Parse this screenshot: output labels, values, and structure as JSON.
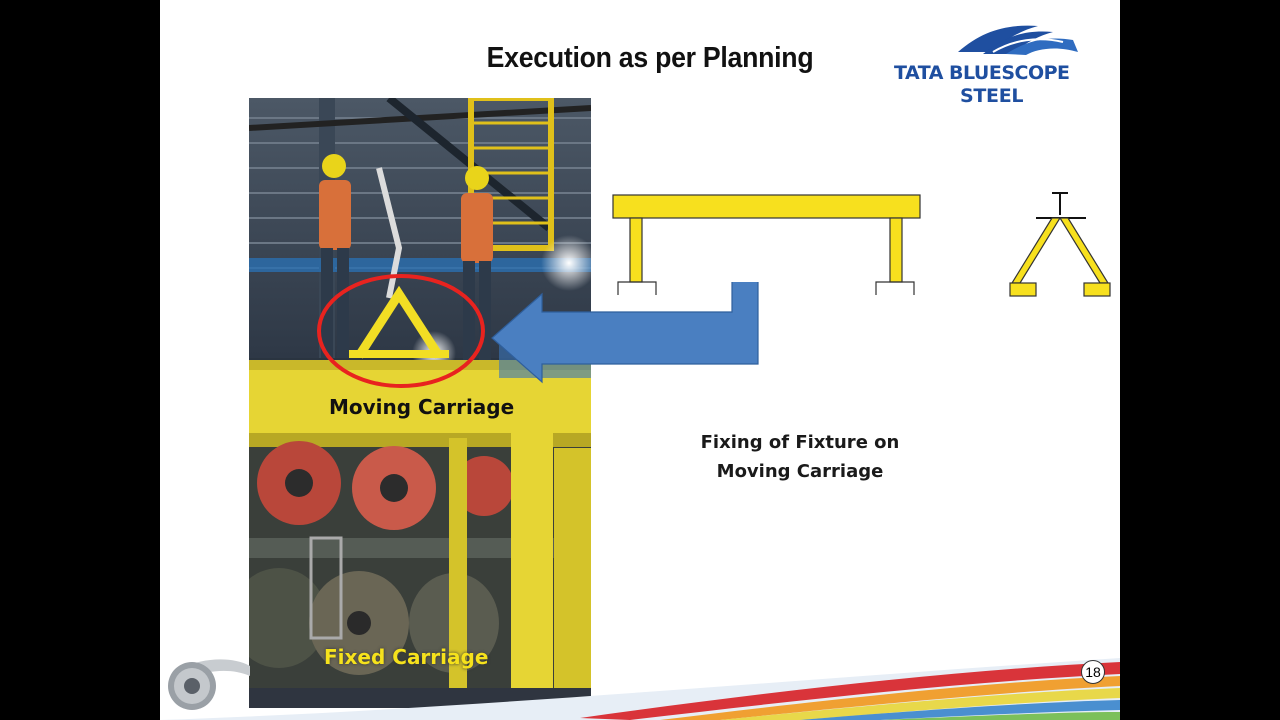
{
  "slide": {
    "title": "Execution as per Planning",
    "page_number": "18"
  },
  "logo": {
    "line1": "TATA BLUESCOPE",
    "line2": "STEEL",
    "color": "#1f4fa0"
  },
  "photo": {
    "label_top": "Moving Carriage",
    "label_bottom": "Fixed Carriage",
    "highlight_color": "#e8231f"
  },
  "diagram": {
    "fixture_color": "#f7e01e",
    "arrow_color": "#4a7fc1"
  },
  "caption": {
    "line1": "Fixing of Fixture on",
    "line2": "Moving Carriage"
  }
}
